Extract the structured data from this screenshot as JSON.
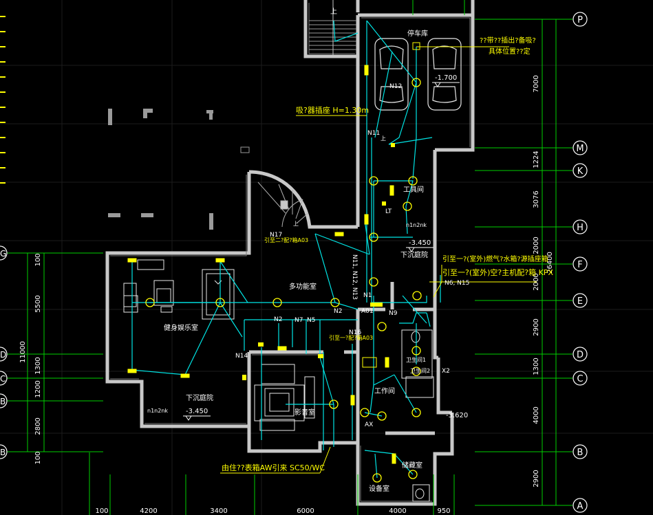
{
  "drawing": {
    "grid_axes_right": [
      "P",
      "M",
      "K",
      "H",
      "F",
      "E",
      "D",
      "C",
      "B",
      "A"
    ],
    "grid_axes_left": [
      "G",
      "D",
      "C",
      "B",
      "B"
    ],
    "dims_right_inner": [
      "7000",
      "1224",
      "3076",
      "2000",
      "2000",
      "2900",
      "1300",
      "4000",
      "2900"
    ],
    "dim_right_total": "26400",
    "dims_left": [
      "100",
      "5500",
      "1300",
      "1200",
      "2800",
      "100"
    ],
    "dim_left_total": "11000",
    "dims_bottom": [
      "100",
      "4200",
      "3400",
      "6000",
      "4000",
      "950"
    ],
    "room_labels": {
      "garage": "停车库",
      "tool_room": "工具间",
      "multi_room": "多功能室",
      "fitness": "健身娱乐室",
      "sunken_yard_left": "下沉庭院",
      "sunken_yard_right": "下沉庭院",
      "audio_room": "影音室",
      "work_room": "工作间",
      "storage": "储藏室",
      "equipment": "设备室",
      "toilet1": "卫生间1",
      "toilet2": "卫生间2"
    },
    "levels": {
      "garage": "-1.700",
      "sunken_right": "-3.450",
      "sunken_left": "-3.450",
      "work": "-3.620"
    },
    "annotations": {
      "garage_note_line1": "??带??插出?备吸?",
      "garage_note_line2": "具体位置??定",
      "socket_height": "吸?器插座 H=1.30m",
      "out_note1": "引至一?(室外)燃气?水箱?源插座箱",
      "out_note2": "引至一?(室外)空?主机配?箱 KPX",
      "out_note3": "N6, N15",
      "from_note": "由住??表箱AW引来 SC50/WC",
      "board_ref": "引至二?配?箱A03",
      "board_ref2": "引至一?配?箱A03",
      "up_label": "上",
      "nk_label": "n1n2nk"
    },
    "circuits": [
      "N1",
      "N2",
      "N2",
      "N5",
      "N7",
      "N9",
      "N11",
      "N12",
      "N14",
      "N16",
      "N17",
      "N11, N12, N13",
      "A01",
      "LT",
      "AX",
      "X2"
    ],
    "colors": {
      "background": "#000000",
      "walls": "#c8c8c8",
      "wiring": "#00e5e5",
      "devices": "#ffff00",
      "axis": "#00d000",
      "text": "#ffffff",
      "furniture": "#e8e8e8"
    }
  }
}
